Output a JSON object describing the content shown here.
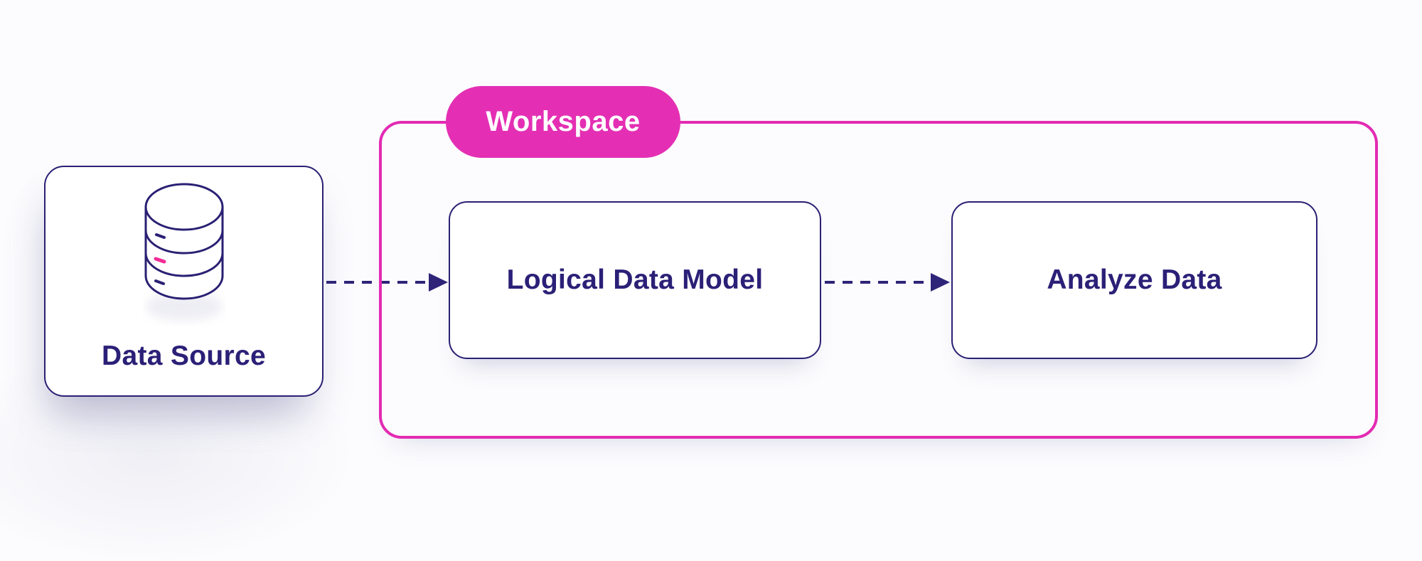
{
  "diagram": {
    "nodes": {
      "data_source": {
        "label": "Data Source",
        "icon": "database-icon"
      },
      "workspace": {
        "label": "Workspace"
      },
      "logical_data_model": {
        "label": "Logical Data Model"
      },
      "analyze_data": {
        "label": "Analyze Data"
      }
    },
    "connections": [
      {
        "from": "data_source",
        "to": "logical_data_model",
        "style": "dashed-arrow"
      },
      {
        "from": "logical_data_model",
        "to": "analyze_data",
        "style": "dashed-arrow"
      }
    ],
    "colors": {
      "accent_pink": "#e42fb4",
      "workspace_border_pink": "#e32bb3",
      "database_dash_pink": "#f32c96",
      "indigo_line": "#2a2073",
      "indigo_text": "#2b2077",
      "node_background": "#ffffff",
      "page_background": "#fcfcfe"
    }
  }
}
